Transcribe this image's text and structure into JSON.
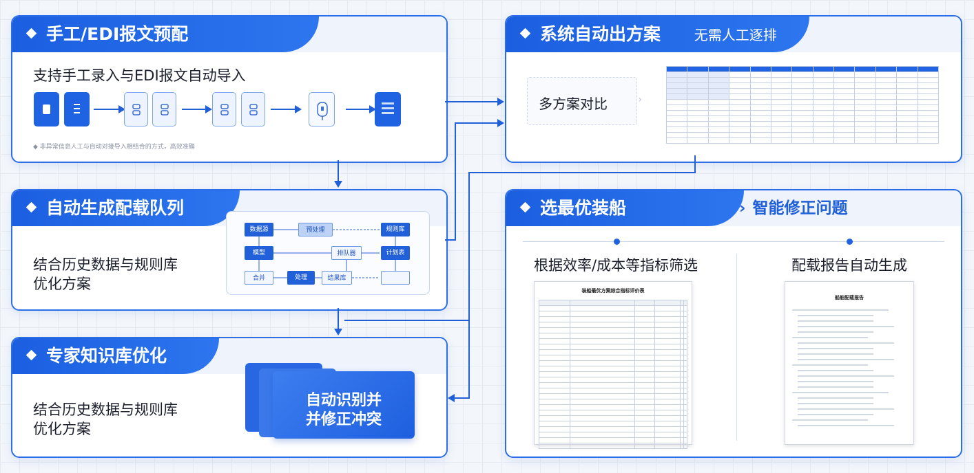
{
  "panels": {
    "manual": {
      "title": "手工/EDI报文预配",
      "subtitle": "支持手工录入与EDI报文自动导入",
      "footnote": "◆ 非异常信息人工与自动对接导入相结合的方式，高效准确"
    },
    "queue": {
      "title": "自动生成配载队列",
      "desc_line1": "结合历史数据与规则库",
      "desc_line2": "优化方案",
      "flow_nodes": [
        "数据源",
        "预处理",
        "规则库",
        "模型",
        "排队器",
        "计划表",
        "合并",
        "处理",
        "结果库"
      ]
    },
    "expert": {
      "title": "专家知识库优化",
      "desc_line1": "结合历史数据与规则库",
      "desc_line2": "优化方案",
      "card_line1": "自动识别并",
      "card_line2": "并修正冲突"
    },
    "system": {
      "title": "系统自动出方案",
      "tagline": "无需人工逐排",
      "compare_label": "多方案对比"
    },
    "select": {
      "title": "选最优装船",
      "tab2_title": "智能修正问题",
      "left_caption": "根据效率/成本等指标筛选",
      "right_caption": "配载报告自动生成",
      "left_doc_title": "装船最优方案综合指标评价表",
      "right_doc_title": "船舶配载报告"
    }
  },
  "colors": {
    "accent": "#1f63e3",
    "background": "#f3f6fb"
  },
  "icons": [
    "document-icon",
    "list-icon",
    "container-icon",
    "ship-icon",
    "data-icon",
    "chevron-right-icon"
  ]
}
